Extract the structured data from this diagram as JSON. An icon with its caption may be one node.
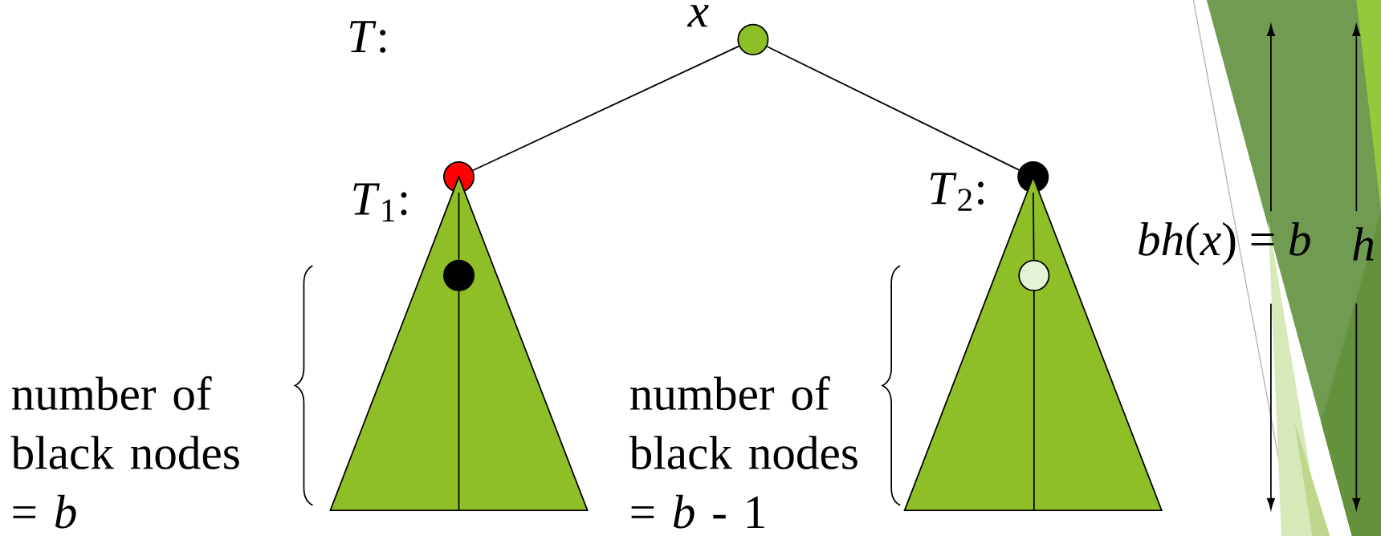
{
  "diagram": {
    "nodes": [
      {
        "text": [],
        "shape": "circle",
        "beside": [
          "x"
        ]
      },
      {
        "text": [],
        "shape": "circle",
        "beside": [
          "*T*$_{1}$:"
        ]
      },
      {
        "text": [],
        "shape": "circle",
        "beside": [
          "*T*$_{2}$:"
        ]
      },
      {
        "text": [],
        "shape": "triangle"
      },
      {
        "text": [],
        "shape": "circle",
        "in": 3
      },
      {
        "text": [],
        "shape": "triangle"
      },
      {
        "text": [],
        "shape": "circle",
        "in": 5
      }
    ],
    "edges": [
      {
        "from": 0,
        "to": 1,
        "arrow": "none"
      },
      {
        "from": 0,
        "to": 2,
        "arrow": "none"
      },
      {
        "from": 1,
        "to": 4,
        "arrow": "none"
      },
      {
        "from": 2,
        "to": 6,
        "arrow": "none"
      }
    ],
    "labels": [
      "*T*:",
      "number of black nodes = *b*",
      "number of black nodes = *b* - 1",
      "*bh*(*x*) = *b*",
      "h"
    ]
  }
}
